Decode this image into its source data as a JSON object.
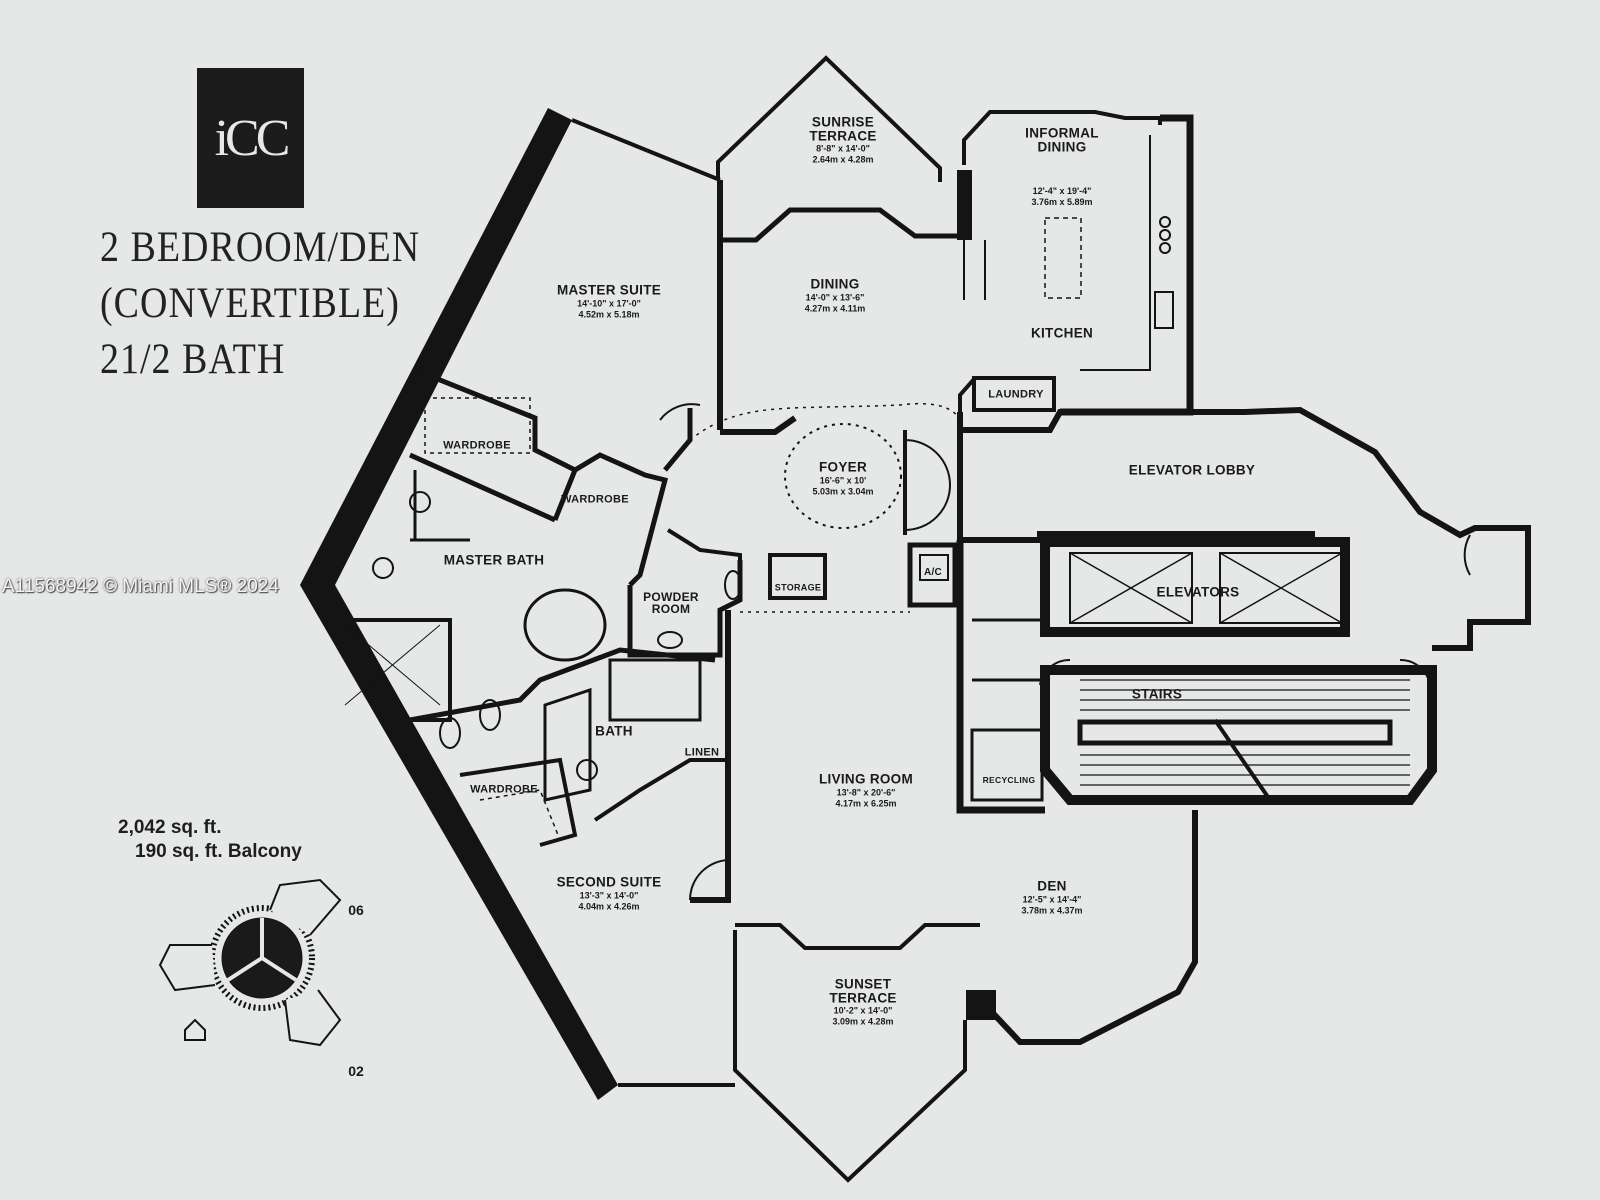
{
  "logo": {
    "text": "iCC"
  },
  "title": {
    "line1": "2 BEDROOM/DEN",
    "line2": "(CONVERTIBLE)",
    "line3": "21/2 BATH"
  },
  "areas": {
    "interior": "2,042 sq. ft.",
    "balcony": "190 sq. ft. Balcony"
  },
  "key_plan": {
    "label_top": "06",
    "label_bottom": "02"
  },
  "watermark": "A11568942 © Miami MLS® 2024",
  "rooms": {
    "sunrise_terrace": {
      "name1": "SUNRISE",
      "name2": "TERRACE",
      "ft": "8'-8\" x 14'-0\"",
      "m": "2.64m x 4.28m"
    },
    "informal_dining": {
      "name1": "INFORMAL",
      "name2": "DINING",
      "ft": "12'-4\" x 19'-4\"",
      "m": "3.76m x 5.89m"
    },
    "dining": {
      "name": "DINING",
      "ft": "14'-0\" x 13'-6\"",
      "m": "4.27m x 4.11m"
    },
    "kitchen": {
      "name": "KITCHEN"
    },
    "laundry": {
      "name": "LAUNDRY"
    },
    "master_suite": {
      "name": "MASTER SUITE",
      "ft": "14'-10\" x 17'-0\"",
      "m": "4.52m x 5.18m"
    },
    "wardrobe_1": {
      "name": "WARDROBE"
    },
    "wardrobe_2": {
      "name": "WARDROBE"
    },
    "wardrobe_3": {
      "name": "WARDROBE"
    },
    "foyer": {
      "name": "FOYER",
      "ft": "16'-6\" x 10'",
      "m": "5.03m x 3.04m"
    },
    "elevator_lobby": {
      "name": "ELEVATOR LOBBY"
    },
    "master_bath": {
      "name": "MASTER BATH"
    },
    "powder_room": {
      "name1": "POWDER",
      "name2": "ROOM"
    },
    "storage": {
      "name": "STORAGE"
    },
    "ac": {
      "name": "A/C"
    },
    "elevators": {
      "name": "ELEVATORS"
    },
    "stairs": {
      "name": "STAIRS"
    },
    "bath": {
      "name": "BATH"
    },
    "linen": {
      "name": "LINEN"
    },
    "living_room": {
      "name": "LIVING ROOM",
      "ft": "13'-8\" x 20'-6\"",
      "m": "4.17m x 6.25m"
    },
    "recycling": {
      "name": "RECYCLING"
    },
    "second_suite": {
      "name": "SECOND SUITE",
      "ft": "13'-3\" x 14'-0\"",
      "m": "4.04m x 4.26m"
    },
    "den": {
      "name": "DEN",
      "ft": "12'-5\" x 14'-4\"",
      "m": "3.78m x 4.37m"
    },
    "sunset_terrace": {
      "name1": "SUNSET",
      "name2": "TERRACE",
      "ft": "10'-2\" x 14'-0\"",
      "m": "3.09m x 4.28m"
    }
  }
}
